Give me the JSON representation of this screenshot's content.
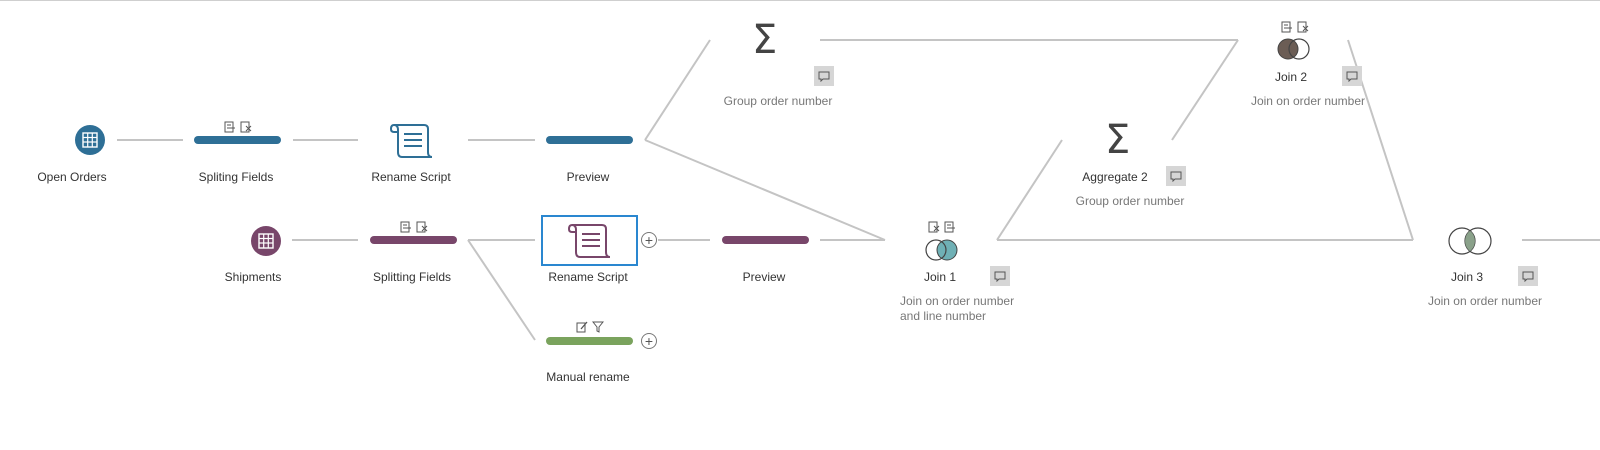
{
  "colors": {
    "blue": "#2e6f96",
    "purple": "#78466a",
    "green": "#7aa35d",
    "selection": "#2a87d0",
    "line": "#c4c4c4",
    "join_fill_teal": "#6fb0b5",
    "join_fill_brown": "#6b5d55"
  },
  "nodes": {
    "open_orders": {
      "label": "Open Orders",
      "icon": "table-icon"
    },
    "spliting_fields": {
      "label": "Spliting Fields"
    },
    "rename_script_1": {
      "label": "Rename Script",
      "icon": "script-icon"
    },
    "preview_1": {
      "label": "Preview"
    },
    "shipments": {
      "label": "Shipments",
      "icon": "table-icon"
    },
    "splitting_fields": {
      "label": "Splitting Fields"
    },
    "rename_script_2": {
      "label": "Rename Script",
      "icon": "script-icon"
    },
    "preview_2": {
      "label": "Preview"
    },
    "manual_rename": {
      "label": "Manual rename"
    },
    "aggregate_1": {
      "description": "Group order number",
      "icon": "sigma-icon"
    },
    "aggregate_2": {
      "label": "Aggregate 2",
      "description": "Group order number",
      "icon": "sigma-icon"
    },
    "join_1": {
      "label": "Join 1",
      "description_line1": "Join on order number",
      "description_line2": "and line number"
    },
    "join_2": {
      "label": "Join 2",
      "description": "Join on order number"
    },
    "join_3": {
      "label": "Join 3",
      "description": "Join on order number"
    }
  },
  "glyphs": {
    "sigma": "Σ",
    "plus": "+"
  }
}
